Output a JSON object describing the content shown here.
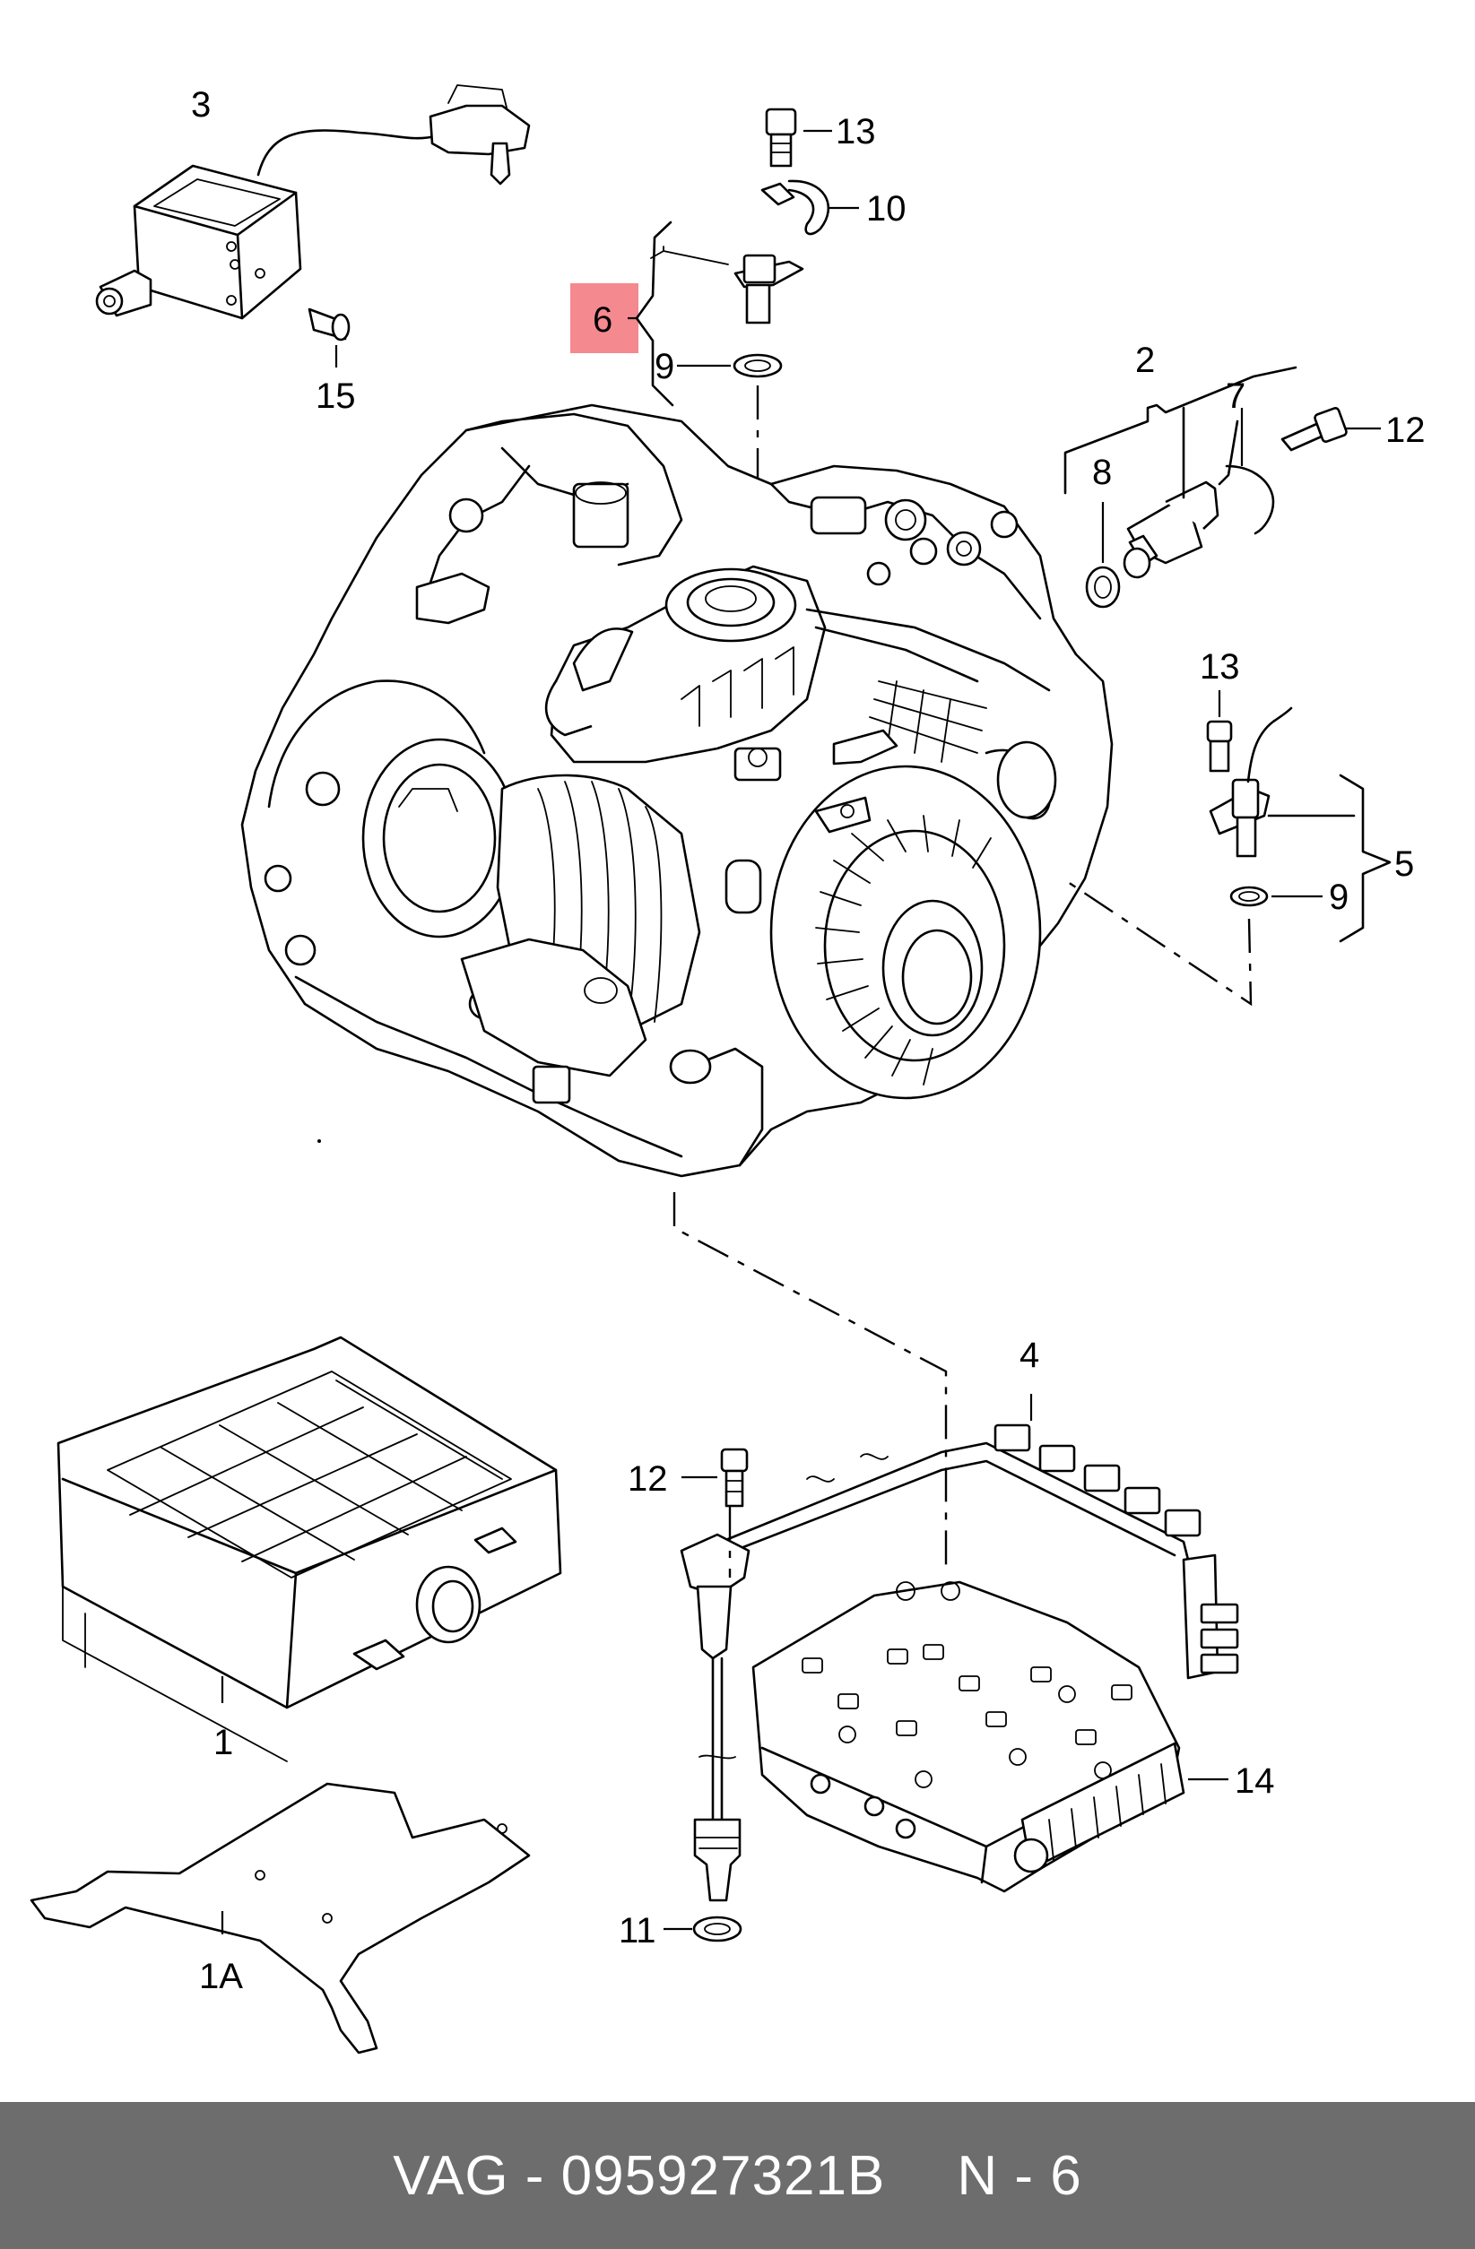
{
  "callouts": {
    "c1": "1",
    "c1A": "1A",
    "c2": "2",
    "c3": "3",
    "c4": "4",
    "c5": "5",
    "c6": "6",
    "c7": "7",
    "c8": "8",
    "c9a": "9",
    "c9b": "9",
    "c10": "10",
    "c11": "11",
    "c12a": "12",
    "c12b": "12",
    "c13a": "13",
    "c13b": "13",
    "c14": "14",
    "c15": "15"
  },
  "highlight": {
    "label": "6",
    "color": "#f4898f"
  },
  "footer": {
    "part_text": "VAG - 095927321B",
    "page_text": "N - 6",
    "background": "#6d6d6d"
  }
}
